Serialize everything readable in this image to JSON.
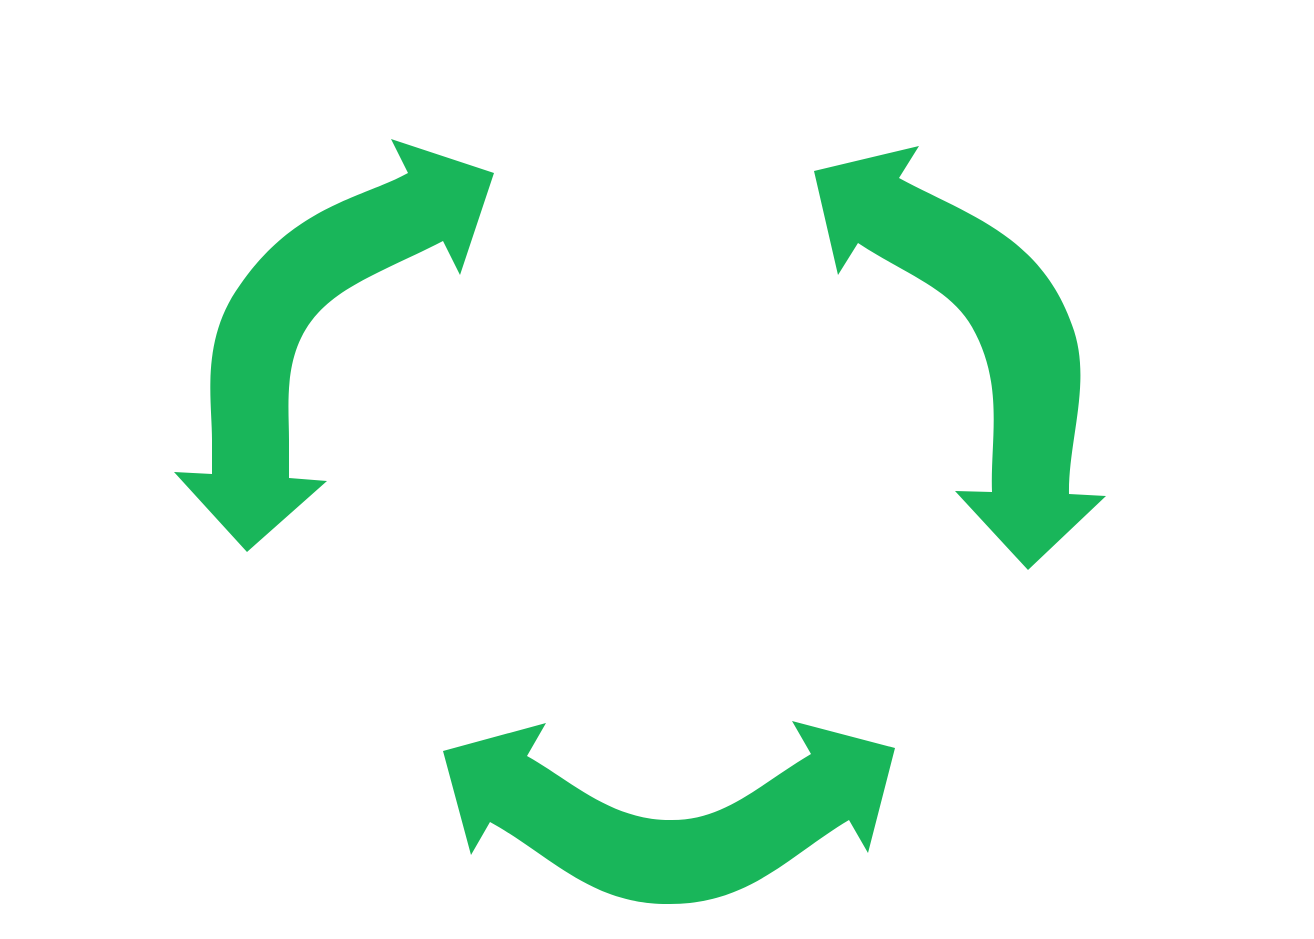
{
  "diagram": {
    "type": "cycle",
    "arrow_color": "#19b65a",
    "background_color": "#ffffff",
    "arrows": [
      {
        "id": "left",
        "style": "double-headed-curved",
        "icon": "double-arrow-icon"
      },
      {
        "id": "right",
        "style": "double-headed-curved",
        "icon": "double-arrow-icon"
      },
      {
        "id": "bottom",
        "style": "double-headed-curved",
        "icon": "double-arrow-icon"
      }
    ]
  }
}
